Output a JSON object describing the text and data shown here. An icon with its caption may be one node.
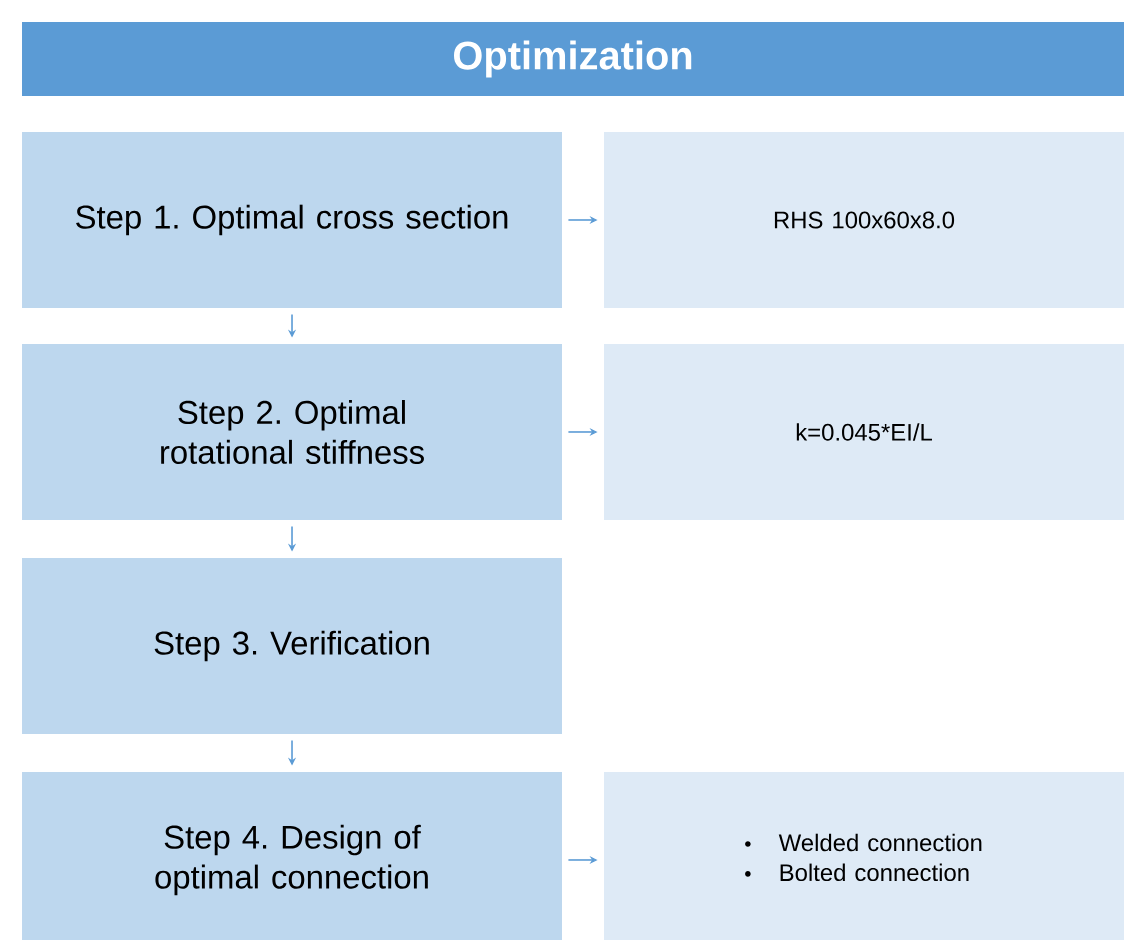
{
  "diagram": {
    "title": "Optimization",
    "nodes": [
      {
        "text": [
          "Step 1. Optimal cross section"
        ]
      },
      {
        "text": [
          "RHS 100x60x8.0"
        ]
      },
      {
        "text": [
          "Step 2. Optimal rotational stiffness"
        ]
      },
      {
        "text": [
          "k=0.045*EI/L"
        ]
      },
      {
        "text": [
          "Step 3. Verification"
        ]
      },
      {
        "text": [
          "Step 4. Design of optimal connection"
        ]
      },
      {
        "text": [
          "Welded connection",
          "Bolted connection"
        ]
      }
    ],
    "edges": [
      {
        "from": 0,
        "to": 1,
        "arrow": "to"
      },
      {
        "from": 0,
        "to": 2,
        "arrow": "to"
      },
      {
        "from": 2,
        "to": 3,
        "arrow": "to"
      },
      {
        "from": 2,
        "to": 4,
        "arrow": "to"
      },
      {
        "from": 4,
        "to": 5,
        "arrow": "to"
      },
      {
        "from": 5,
        "to": 6,
        "arrow": "to"
      }
    ]
  }
}
